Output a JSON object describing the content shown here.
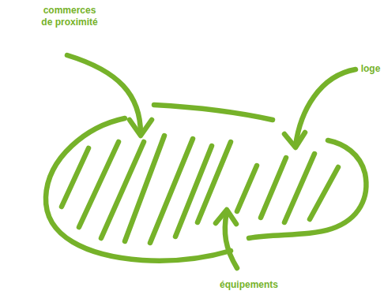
{
  "diagram": {
    "labels": [
      "commerces de proximité",
      "loge",
      "équipements"
    ]
  }
}
